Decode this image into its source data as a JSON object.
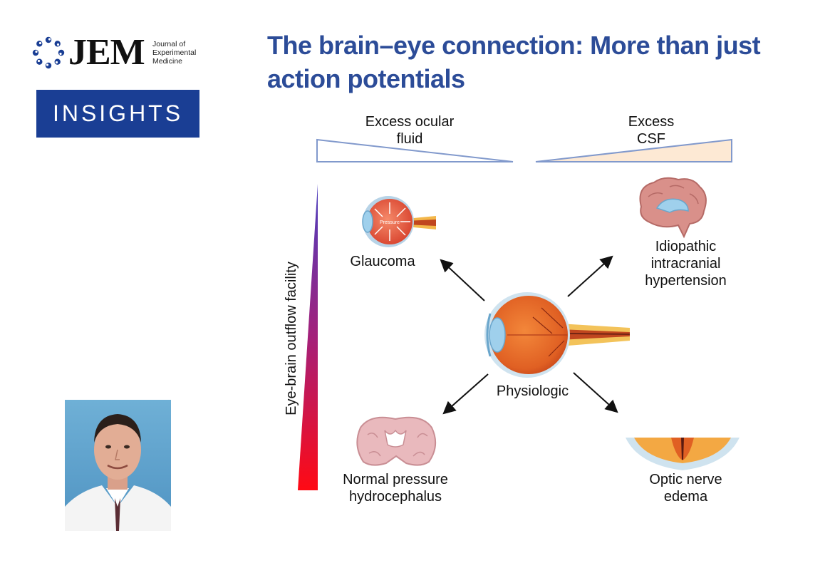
{
  "journal": {
    "wordmark": "JEM",
    "subtitle": "Journal of Experimental Medicine",
    "section": "INSIGHTS"
  },
  "headline": "The brain–eye connection: More than just action potentials",
  "diagram": {
    "top_left_gradient_label": "Excess ocular fluid",
    "top_right_gradient_label": "Excess CSF",
    "vertical_axis_label": "Eye-brain outflow facility",
    "center_label": "Physiologic",
    "conditions": {
      "top_left": "Glaucoma",
      "top_right": "Idiopathic intracranial hypertension",
      "bottom_left": "Normal pressure hydrocephalus",
      "bottom_right": "Optic nerve edema"
    },
    "glaucoma_eye_text": "Pressure"
  },
  "colors": {
    "brand_blue": "#1a3e94",
    "headline_blue": "#2c4c98",
    "gradient_top": "#4a3fc0",
    "gradient_bottom": "#ff0a14",
    "csf_fill": "#fde9d4"
  }
}
